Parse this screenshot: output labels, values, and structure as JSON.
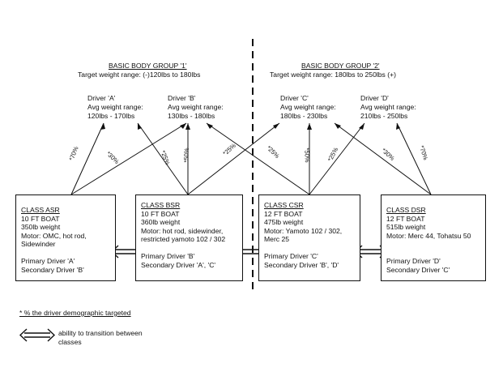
{
  "groups": [
    {
      "title": "BASIC BODY GROUP '1'",
      "range": "Target weight range: (-)120lbs  to 180lbs"
    },
    {
      "title": "BASIC BODY GROUP '2'",
      "range": "Target weight range: 180lbs to 250lbs (+)"
    }
  ],
  "drivers": [
    {
      "name": "Driver 'A'",
      "label": "Avg weight range:",
      "range": "120lbs - 170lbs"
    },
    {
      "name": "Driver 'B'",
      "label": "Avg weight range:",
      "range": "130lbs - 180lbs"
    },
    {
      "name": "Driver 'C'",
      "label": "Avg weight range:",
      "range": "180lbs - 230lbs"
    },
    {
      "name": "Driver 'D'",
      "label": "Avg weight range:",
      "range": "210lbs - 250lbs"
    }
  ],
  "classes": [
    {
      "name": "CLASS ASR",
      "boat": "10 FT BOAT",
      "weight": "350lb weight",
      "motor": [
        "Motor: OMC, hot rod,",
        "Sidewinder"
      ],
      "primary": "Primary Driver 'A'",
      "secondary": "Secondary Driver 'B'"
    },
    {
      "name": "CLASS BSR",
      "boat": "10 FT BOAT",
      "weight": "360lb weight",
      "motor": [
        "Motor: hot rod, sidewinder,",
        "restricted yamoto 102 / 302"
      ],
      "primary": "Primary Driver 'B'",
      "secondary": "Secondary Driver 'A', 'C'"
    },
    {
      "name": "CLASS CSR",
      "boat": "12 FT BOAT",
      "weight": "475lb weight",
      "motor": [
        "Motor: Yamoto 102 / 302,",
        "Merc 25"
      ],
      "primary": "Primary Driver 'C'",
      "secondary": "Secondary Driver 'B', 'D'"
    },
    {
      "name": "CLASS DSR",
      "boat": "12 FT BOAT",
      "weight": "515lb weight",
      "motor": [
        "Motor: Merc 44, Tohatsu 50"
      ],
      "primary": "Primary Driver 'D'",
      "secondary": "Secondary Driver 'C'"
    }
  ],
  "percentages": [
    "*70%",
    "*30%",
    "*25%",
    "*50%",
    "*25%",
    "*25%",
    "*50%",
    "*25%",
    "*30%",
    "*70%"
  ],
  "legend": {
    "note": "*  % the driver demographic targeted",
    "arrow_text": [
      "ability to transition between",
      "classes"
    ]
  }
}
